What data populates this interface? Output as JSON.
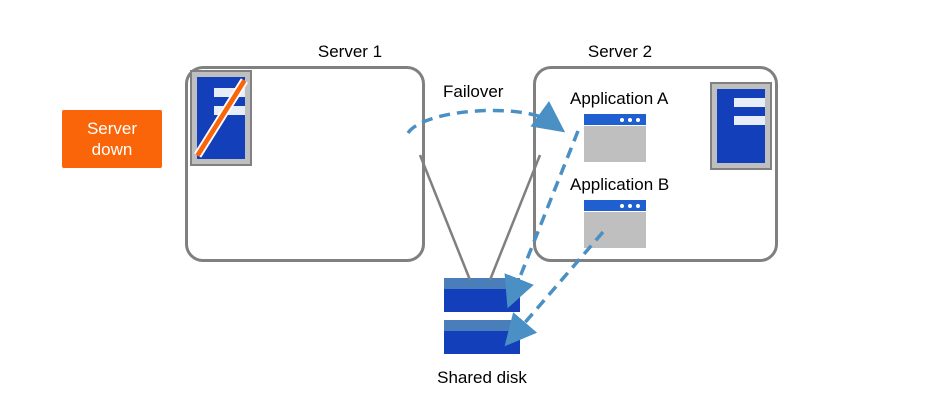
{
  "diagram": {
    "title_server1": "Server 1",
    "title_server2": "Server 2",
    "failover_label": "Failover",
    "server_down_line1": "Server",
    "server_down_line2": "down",
    "application_a": "Application  A",
    "application_b": "Application  B",
    "shared_disk": "Shared disk",
    "colors": {
      "badge_orange": "#f96508",
      "box_border_gray": "#808080",
      "server_blue": "#1340ba",
      "arrow_blue": "#4a90c4",
      "disk_cap_blue": "#4a7ebb",
      "connector_gray": "#808080"
    },
    "icons": {
      "server1": "server-tower-icon-disabled",
      "server2": "server-tower-icon",
      "app_a": "application-window-icon",
      "app_b": "application-window-icon",
      "disk_top": "shared-disk-icon",
      "disk_bottom": "shared-disk-icon"
    }
  }
}
